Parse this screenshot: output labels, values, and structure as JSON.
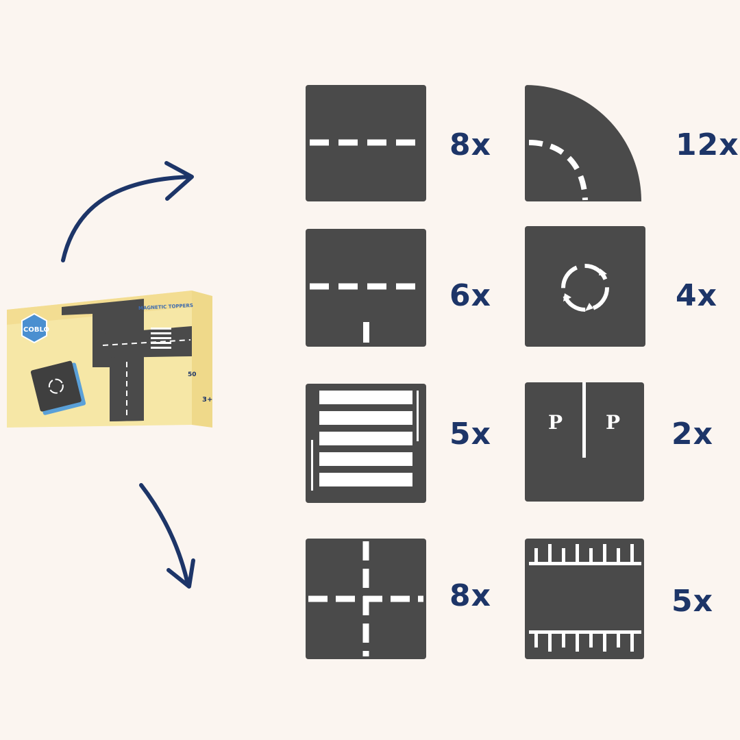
{
  "colors": {
    "background": "#fbf5f0",
    "tile": "#4a4a4a",
    "marking": "#ffffff",
    "accent": "#1d3568",
    "box_yellow": "#f6e7a6"
  },
  "product_box": {
    "brand": "COBLO",
    "title": "MAGNETIC TOPPERS",
    "piece_count": "50",
    "age": "3+"
  },
  "tiles": [
    {
      "name": "straight-road",
      "icon": "straight-road-icon",
      "count": "8x"
    },
    {
      "name": "curve-road",
      "icon": "curve-road-icon",
      "count": "12x"
    },
    {
      "name": "t-junction",
      "icon": "t-junction-icon",
      "count": "6x"
    },
    {
      "name": "roundabout",
      "icon": "roundabout-icon",
      "count": "4x"
    },
    {
      "name": "crosswalk",
      "icon": "crosswalk-icon",
      "count": "5x"
    },
    {
      "name": "parking",
      "icon": "parking-icon",
      "count": "2x",
      "label": "P"
    },
    {
      "name": "crossroads",
      "icon": "crossroads-icon",
      "count": "8x"
    },
    {
      "name": "parking-lot",
      "icon": "parking-lot-icon",
      "count": "5x"
    }
  ]
}
